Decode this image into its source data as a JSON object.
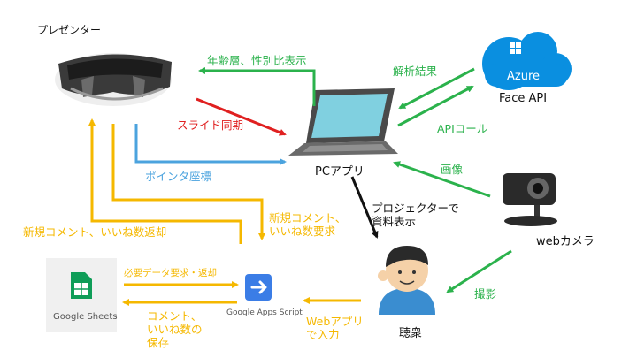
{
  "nodes": {
    "presenter": "プレゼンター",
    "pc_app": "PCアプリ",
    "face_api": "Face API",
    "azure": "Azure",
    "webcam": "webカメラ",
    "audience": "聴衆",
    "sheets": "Google Sheets",
    "gas": "Google Apps Script"
  },
  "edges": {
    "age_gender": "年齢層、性別比表示",
    "analysis": "解析結果",
    "slide_sync": "スライド同期",
    "api_call": "APIコール",
    "pointer": "ポインタ座標",
    "image": "画像",
    "projector": "プロジェクターで\n資料表示",
    "new_comment_req": "新規コメント、\nいいね数要求",
    "new_comment_reply": "新規コメント、いいね数返却",
    "shooting": "撮影",
    "data_req": "必要データ要求・返却",
    "save": "コメント、\nいいね数の\n保存",
    "web_input": "Webアプリ\nで入力"
  },
  "colors": {
    "green": "#2bb24c",
    "red": "#e02020",
    "blue": "#4ba3de",
    "yellow": "#f5b800",
    "black": "#111111",
    "azure_cloud": "#0a8fe0"
  }
}
